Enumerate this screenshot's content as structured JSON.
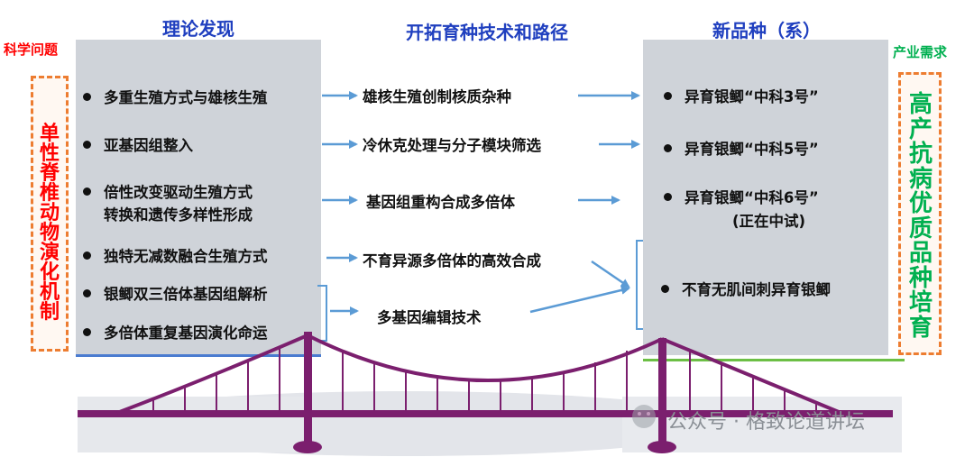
{
  "headers": {
    "theory": "理论发现",
    "technology": "开拓育种技术和路径",
    "variety": "新品种（系）",
    "science": "科学问题",
    "industry": "产业需求"
  },
  "left_box": "单性脊椎动物演化机制",
  "right_box": "高产抗病优质品种培育",
  "theory_items": [
    "多重生殖方式与雄核生殖",
    "亚基因组整入",
    "倍性改变驱动生殖方式",
    "转换和遗传多样性形成",
    "独特无减数融合生殖方式",
    "银鲫双三倍体基因组解析",
    "多倍体重复基因演化命运"
  ],
  "technologies": [
    "雄核生殖创制核质杂种",
    "冷休克处理与分子模块筛选",
    "基因组重构合成多倍体",
    "不育异源多倍体的高效合成",
    "多基因编辑技术"
  ],
  "varieties": [
    "异育银鲫“中科3号”",
    "异育银鲫“中科5号”",
    "异育银鲫“中科6号”",
    "(正在中试)",
    "不育无肌间刺异育银鲫"
  ],
  "watermark": "公众号 · 格致论道讲坛",
  "colors": {
    "header_blue": "#1f3fbf",
    "science_red": "#ff0000",
    "industry_green": "#00b050",
    "dashed_orange": "#ed7d31",
    "arrow_blue": "#5b9bd5",
    "bridge_purple": "#7b1f6e",
    "panel_gray": "#cfd3d9"
  }
}
